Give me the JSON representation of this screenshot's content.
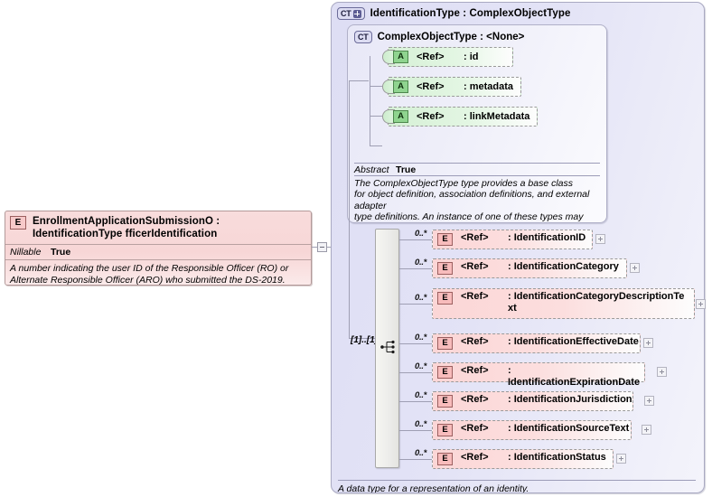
{
  "left_element": {
    "icon": "element-e-badge",
    "title": "EnrollmentApplicationSubmissionO : IdentificationType\nfficerIdentification",
    "property_key": "Nillable",
    "property_value": "True",
    "documentation": "A number indicating the user ID of the Responsible Officer (RO) or Alternate Responsible Officer (ARO) who submitted the DS-2019."
  },
  "connector": {
    "toggle_state": "minus"
  },
  "outer_panel": {
    "badge": "CT",
    "badge_expander": "plus",
    "title": "IdentificationType : ComplexObjectType",
    "footer_documentation": "A data type for a representation of an identity."
  },
  "inner_ct": {
    "badge": "CT",
    "title": "ComplexObjectType : <None>",
    "attributes": [
      {
        "badge": "A",
        "ref": "<Ref>",
        "name": ": id"
      },
      {
        "badge": "A",
        "ref": "<Ref>",
        "name": ": metadata"
      },
      {
        "badge": "A",
        "ref": "<Ref>",
        "name": ": linkMetadata"
      }
    ],
    "abstract_key": "Abstract",
    "abstract_value": "True",
    "documentation": "The ComplexObjectType type provides a base class\nfor object definition, association definitions, and external adapter\ntype definitions. An instance of one of these types may have an ID.\nIt may have metadata as it establishes the existence of an object\n(maybe a conceptual object). It may also have link metadata, as an\nelement of one of these types establishes a relationship between its\nvalue and its context."
  },
  "sequence": {
    "icon": "sequence-compositor-icon",
    "cardinality": "[1]..[1]"
  },
  "elements": [
    {
      "cardinality": "0..*",
      "badge": "E",
      "ref": "<Ref>",
      "name": ": IdentificationID"
    },
    {
      "cardinality": "0..*",
      "badge": "E",
      "ref": "<Ref>",
      "name": ": IdentificationCategory"
    },
    {
      "cardinality": "0..*",
      "badge": "E",
      "ref": "<Ref>",
      "name": ": IdentificationCategoryDescriptionTe\nxt"
    },
    {
      "cardinality": "0..*",
      "badge": "E",
      "ref": "<Ref>",
      "name": ": IdentificationEffectiveDate"
    },
    {
      "cardinality": "0..*",
      "badge": "E",
      "ref": "<Ref>",
      "name": ": IdentificationExpirationDate"
    },
    {
      "cardinality": "0..*",
      "badge": "E",
      "ref": "<Ref>",
      "name": ": IdentificationJurisdiction"
    },
    {
      "cardinality": "0..*",
      "badge": "E",
      "ref": "<Ref>",
      "name": ": IdentificationSourceText"
    },
    {
      "cardinality": "0..*",
      "badge": "E",
      "ref": "<Ref>",
      "name": ": IdentificationStatus"
    }
  ],
  "colors": {
    "element_pink": "#fbd6d6",
    "attribute_green": "#d5f0d5",
    "panel_lavender": "#dedef4",
    "border_gray": "#9a9a9a"
  }
}
